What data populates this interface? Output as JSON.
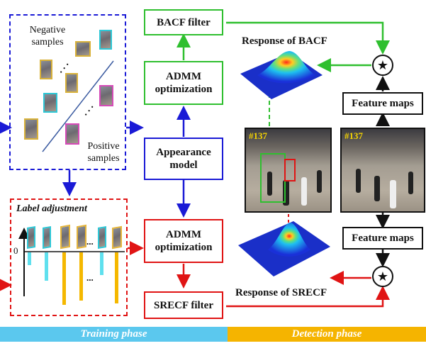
{
  "training": {
    "samples": {
      "negative_label": "Negative\nsamples",
      "positive_label": "Positive\nsamples"
    },
    "label_adjustment": {
      "title": "Label adjustment",
      "axis_zero": "0",
      "ellipsis_top": "...",
      "ellipsis_bottom": "..."
    }
  },
  "boxes": {
    "bacf_filter": "BACF filter",
    "admm_top": "ADMM optimization",
    "appearance_model": "Appearance model",
    "admm_bottom": "ADMM optimization",
    "srecf_filter": "SRECF filter",
    "feature_maps_top": "Feature maps",
    "feature_maps_bottom": "Feature maps"
  },
  "detection": {
    "response_bacf": "Response of BACF",
    "response_srecf": "Response of SRECF",
    "frame_left": "#137",
    "frame_right": "#137",
    "correlation_symbol": "★"
  },
  "phases": {
    "training": "Training phase",
    "detection": "Detection phase"
  },
  "colors": {
    "green": "#2fbf2f",
    "blue": "#1a1ad6",
    "red": "#e01414",
    "training_bar": "#5bc8ee",
    "detection_bar": "#f5b400",
    "cyan_bar": "#5fe0ee",
    "gold_bar": "#f5b800"
  }
}
